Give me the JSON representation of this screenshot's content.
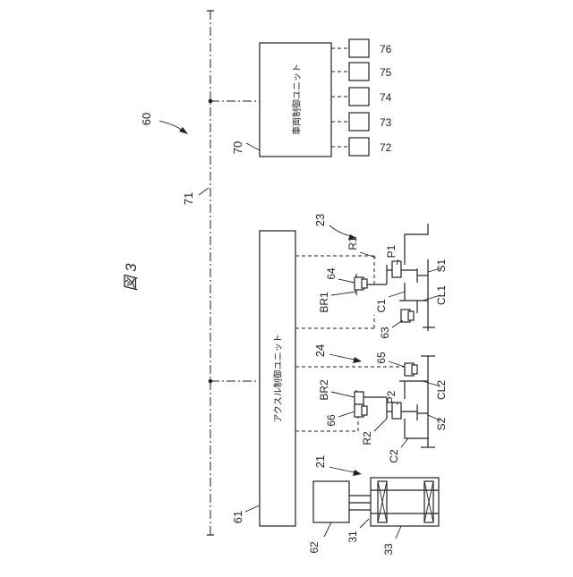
{
  "figure": {
    "title": "図 3"
  },
  "system": {
    "ref": "60"
  },
  "bus": {
    "ref": "71"
  },
  "vehicle_unit": {
    "label": "車両制御ユニット",
    "ref": "70"
  },
  "axle_unit": {
    "label": "アクスル制御ユニット",
    "ref": "61"
  },
  "peripherals": [
    "76",
    "75",
    "74",
    "73",
    "72"
  ],
  "gearbox_1": {
    "ref": "23",
    "ring": "R1",
    "planet": "P1",
    "sun": "S1",
    "carrier": "C1",
    "brake": "BR1",
    "clutch": "CL1",
    "brake_actuator": "64",
    "clutch_actuator": "63"
  },
  "gearbox_2": {
    "ref": "24",
    "ring": "R2",
    "planet": "P2",
    "sun": "S2",
    "carrier": "C2",
    "brake": "BR2",
    "clutch": "CL2",
    "brake_actuator": "66",
    "clutch_actuator": "65"
  },
  "motor_assembly": {
    "ref": "21",
    "inverter": "62",
    "shaft": "31",
    "motor": "33"
  }
}
